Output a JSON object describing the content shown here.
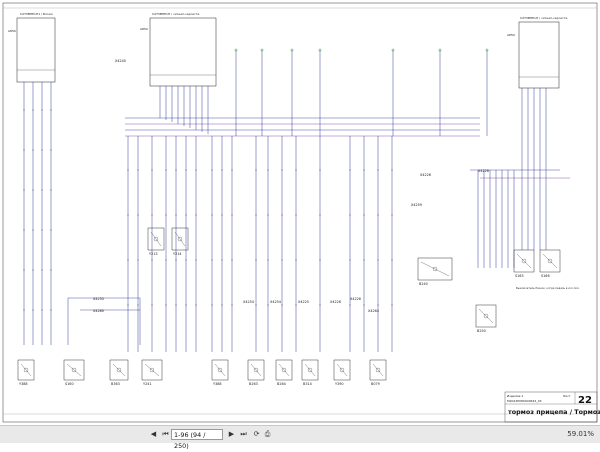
{
  "sheet": {
    "page_number": "22",
    "title": "тормоз прицепа / Тормоз",
    "stamp_left": "Изделие 1",
    "stamp_left2": "M2022P080400643_03",
    "stamp_right": "Лист"
  },
  "modules": {
    "left": {
      "title": "CXT3BHE1H1 / Блоки",
      "id": "A850"
    },
    "center": {
      "title": "CXT3BHE1H / сигнал-серсисте",
      "id": "A850"
    },
    "right": {
      "title": "CXT3BHE1H / сигнал-серсисте",
      "id": "A850"
    }
  },
  "components": [
    {
      "id": "Y388"
    },
    {
      "id": "S160"
    },
    {
      "id": "B363"
    },
    {
      "id": "Y241"
    },
    {
      "id": "Y388"
    },
    {
      "id": "B263"
    },
    {
      "id": "B264"
    },
    {
      "id": "B314"
    },
    {
      "id": "Y390"
    },
    {
      "id": "B079"
    },
    {
      "id": "Y213"
    },
    {
      "id": "Y214"
    },
    {
      "id": "B240"
    },
    {
      "id": "B250"
    },
    {
      "id": "S165"
    },
    {
      "id": "S166"
    }
  ],
  "connectors": [
    "X4255",
    "X4280",
    "X4259",
    "X4226",
    "X4226",
    "X4254",
    "X4254",
    "X4225",
    "X4226",
    "X4226",
    "X4264",
    "X4240"
  ],
  "annotations": {
    "switch_note": "Выключатель Разнок, когда педаль в исх.пол."
  },
  "viewer": {
    "page_field": "1-96 (94 / 250)",
    "zoom": "59.01%",
    "icons": {
      "first": "first-page-icon",
      "prev": "prev-page-icon",
      "next": "next-page-icon",
      "last": "last-page-icon",
      "refresh": "refresh-icon",
      "print": "print-icon"
    }
  }
}
